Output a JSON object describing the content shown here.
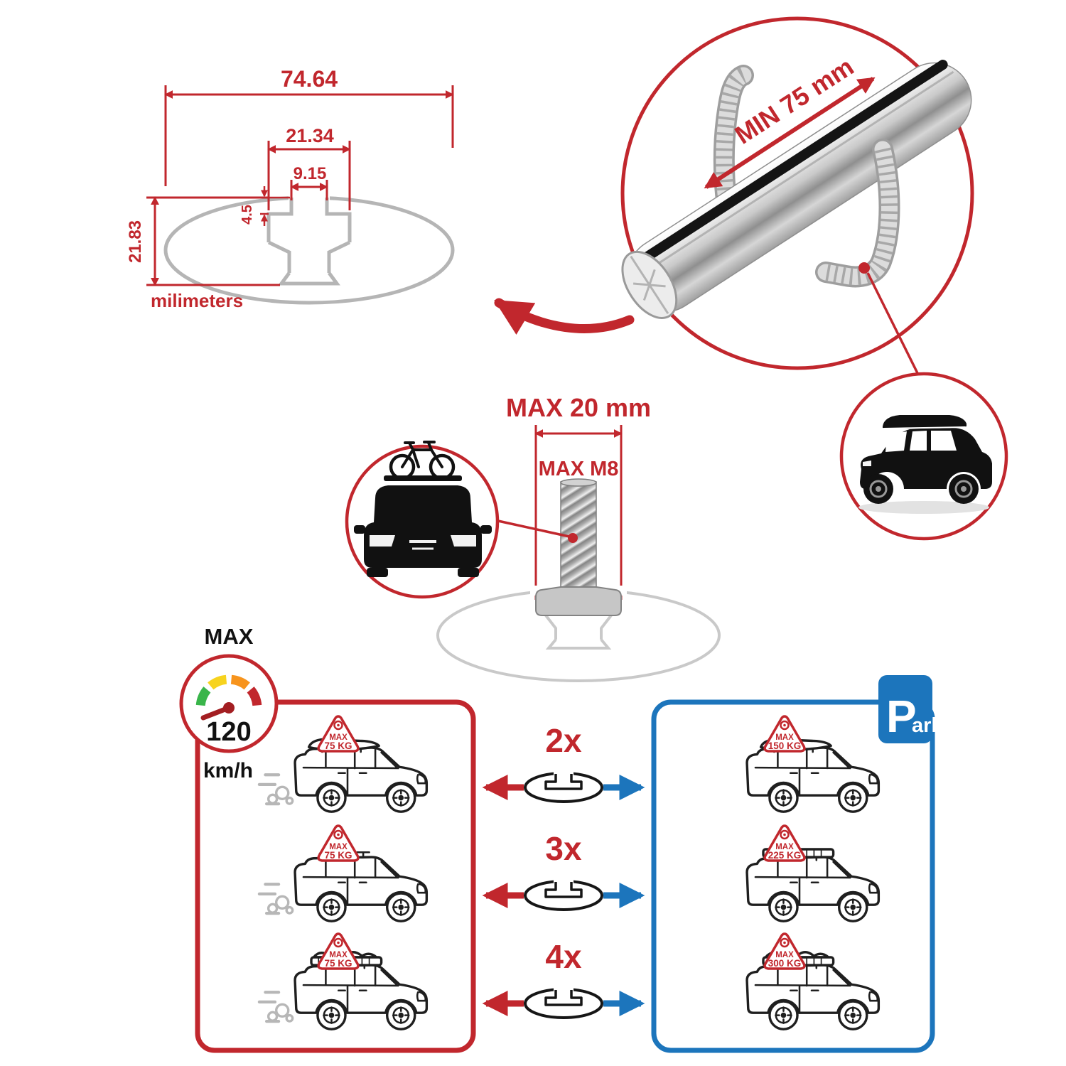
{
  "colors": {
    "accent_red": "#c1272d",
    "accent_blue": "#1c75bc",
    "profile_gray": "#b5b5b5",
    "line_black": "#1f1f1f",
    "gauge_green": "#39b54a",
    "gauge_yellow": "#f7d31e",
    "gauge_orange": "#f7941d"
  },
  "profile_diagram": {
    "width_total": "74.64",
    "slot_width": "21.34",
    "slot_opening": "9.15",
    "lip_height": "4.5",
    "height_total": "21.83",
    "units": "milimeters"
  },
  "bar_view": {
    "min_span": "MIN 75 mm"
  },
  "bolt_view": {
    "max_head": "MAX 20 mm",
    "max_thread": "MAX M8"
  },
  "speed_limit": {
    "label": "MAX",
    "value": "120",
    "unit": "km/h"
  },
  "parking_sign": {
    "initial": "P",
    "rest": "ark"
  },
  "bar_multipliers": [
    "2x",
    "3x",
    "4x"
  ],
  "driving_cars": [
    {
      "tag_label": "MAX",
      "tag_weight": "75 KG"
    },
    {
      "tag_label": "MAX",
      "tag_weight": "75 KG"
    },
    {
      "tag_label": "MAX",
      "tag_weight": "75 KG"
    }
  ],
  "parked_cars": [
    {
      "tag_label": "MAX",
      "tag_weight": "150 KG"
    },
    {
      "tag_label": "MAX",
      "tag_weight": "225 KG"
    },
    {
      "tag_label": "MAX",
      "tag_weight": "300 KG"
    }
  ]
}
